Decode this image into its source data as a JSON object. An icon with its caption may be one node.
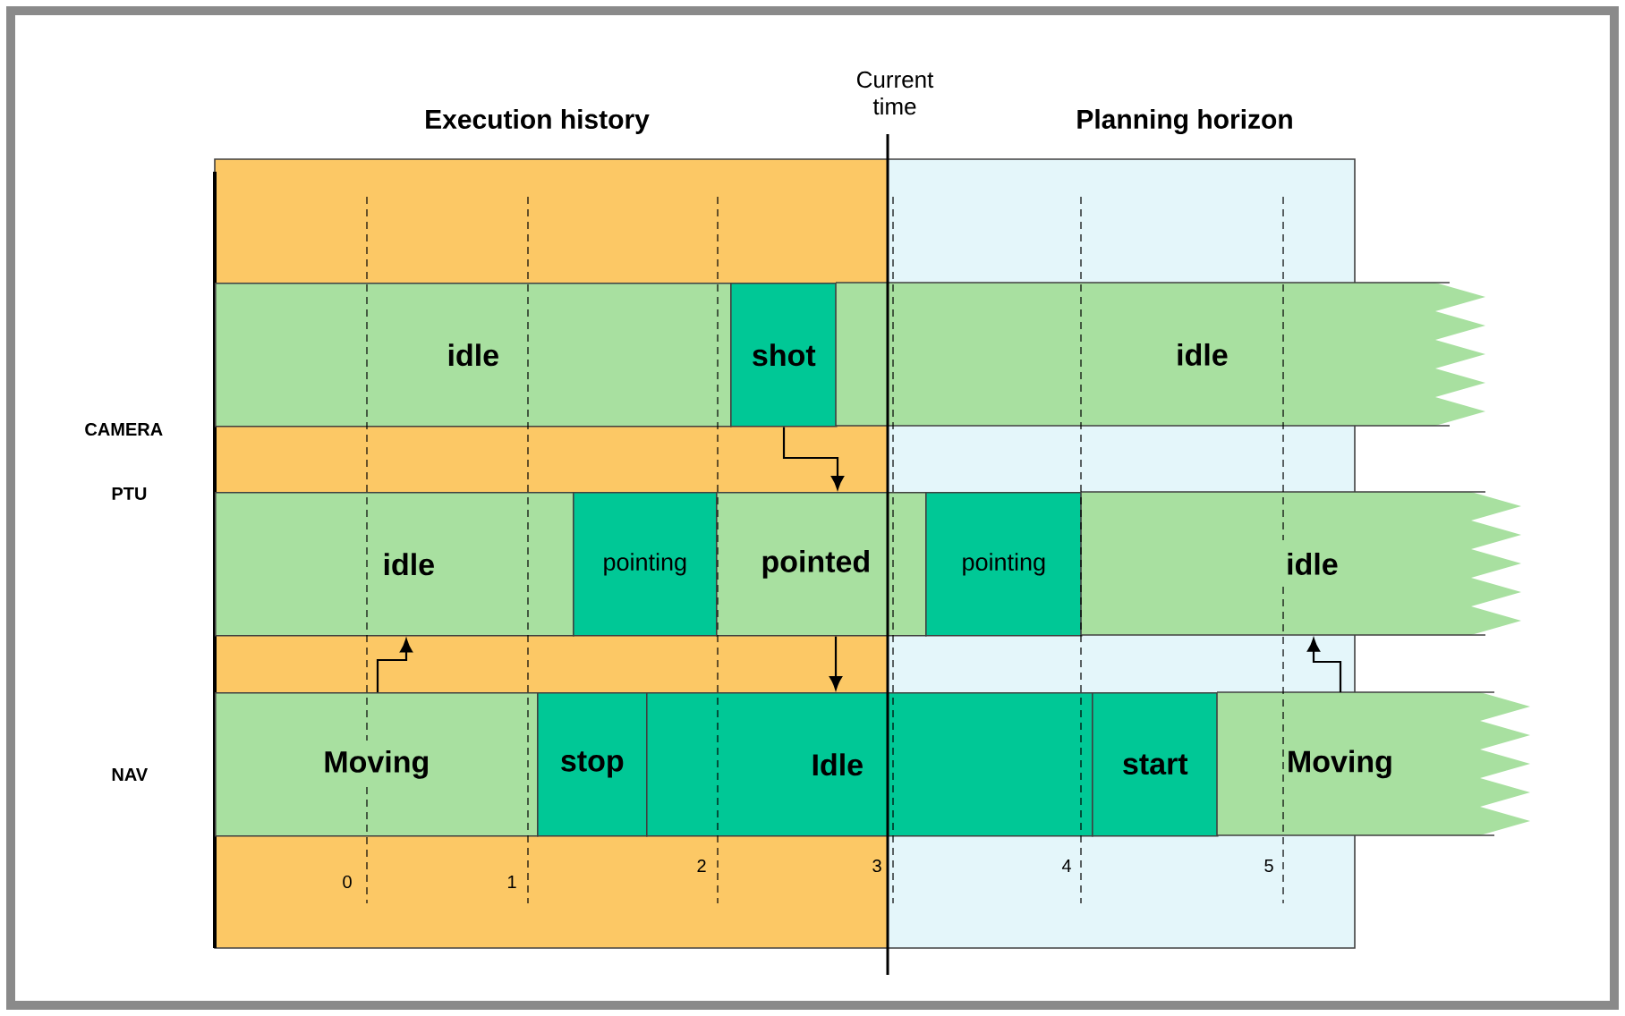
{
  "diagram": {
    "nodes": [
      {
        "text": [
          "idle"
        ]
      },
      {
        "text": [
          "shot"
        ]
      },
      {
        "text": [
          "idle"
        ]
      },
      {
        "text": [
          "idle"
        ]
      },
      {
        "text": [
          "pointing"
        ]
      },
      {
        "text": [
          "pointed"
        ]
      },
      {
        "text": [
          "pointing"
        ]
      },
      {
        "text": [
          "idle"
        ]
      },
      {
        "text": [
          "Moving"
        ]
      },
      {
        "text": [
          "stop"
        ]
      },
      {
        "text": [
          "Idle"
        ]
      },
      {
        "text": [
          "start"
        ]
      },
      {
        "text": [
          "Moving"
        ]
      }
    ],
    "edges": [
      {
        "from": 1,
        "to": 5,
        "arrow": "to"
      },
      {
        "from": 5,
        "to": 10,
        "arrow": "to"
      },
      {
        "from": 8,
        "to": 3,
        "arrow": "to"
      },
      {
        "from": 12,
        "to": 7,
        "arrow": "to"
      }
    ],
    "labels": [
      "Execution history",
      "Current time",
      "Planning horizon",
      "CAMERA",
      "PTU",
      "NAV",
      "0",
      "1",
      "2",
      "3",
      "4",
      "5"
    ]
  }
}
